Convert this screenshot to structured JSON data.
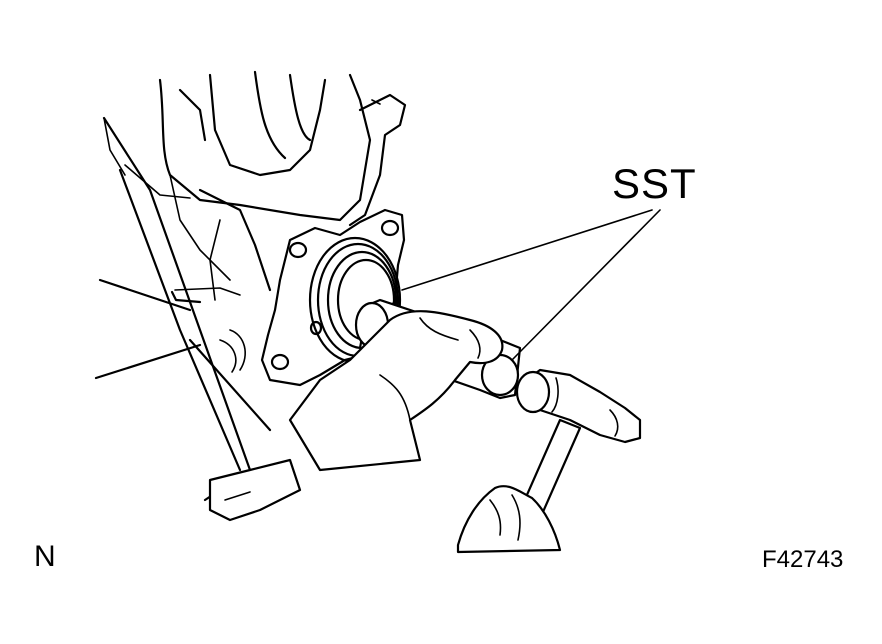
{
  "labels": {
    "callout": "SST",
    "corner": "N",
    "figure_id": "F42743"
  },
  "colors": {
    "line": "#000000",
    "background": "#ffffff"
  }
}
